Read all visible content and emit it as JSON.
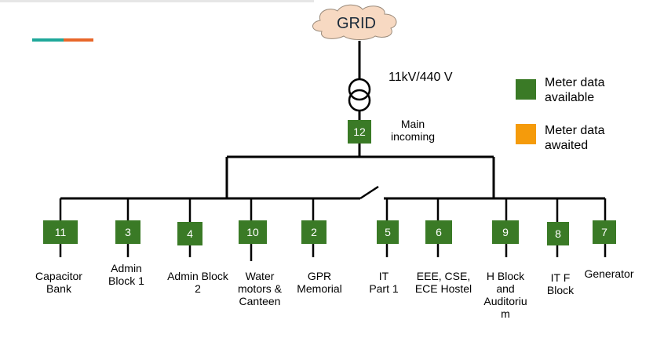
{
  "grid_label": "GRID",
  "transformer_label": "11kV/440 V",
  "main_meter": {
    "number": "12",
    "label": "Main\nincoming"
  },
  "legend": [
    {
      "text": "Meter data\navailable",
      "color": "#3a7a26"
    },
    {
      "text": "Meter data\nawaited",
      "color": "#f59b0b"
    }
  ],
  "feeders": [
    {
      "number": "11",
      "label": "Capacitor\nBank"
    },
    {
      "number": "3",
      "label": "Admin\nBlock 1"
    },
    {
      "number": "4",
      "label": "Admin Block\n2"
    },
    {
      "number": "10",
      "label": "Water\nmotors &\nCanteen"
    },
    {
      "number": "2",
      "label": "GPR\nMemorial"
    },
    {
      "number": "5",
      "label": "IT\nPart 1"
    },
    {
      "number": "6",
      "label": "EEE, CSE,\nECE Hostel"
    },
    {
      "number": "9",
      "label": "H Block\nand\nAuditoriu\nm"
    },
    {
      "number": "8",
      "label": "IT F\nBlock"
    },
    {
      "number": "7",
      "label": "Generator"
    }
  ],
  "colors": {
    "meter": "#3a7a26",
    "line": "#000000",
    "cloud": "#f7d9c2",
    "accent_teal": "#1fa89a",
    "accent_orange": "#e8672a"
  }
}
